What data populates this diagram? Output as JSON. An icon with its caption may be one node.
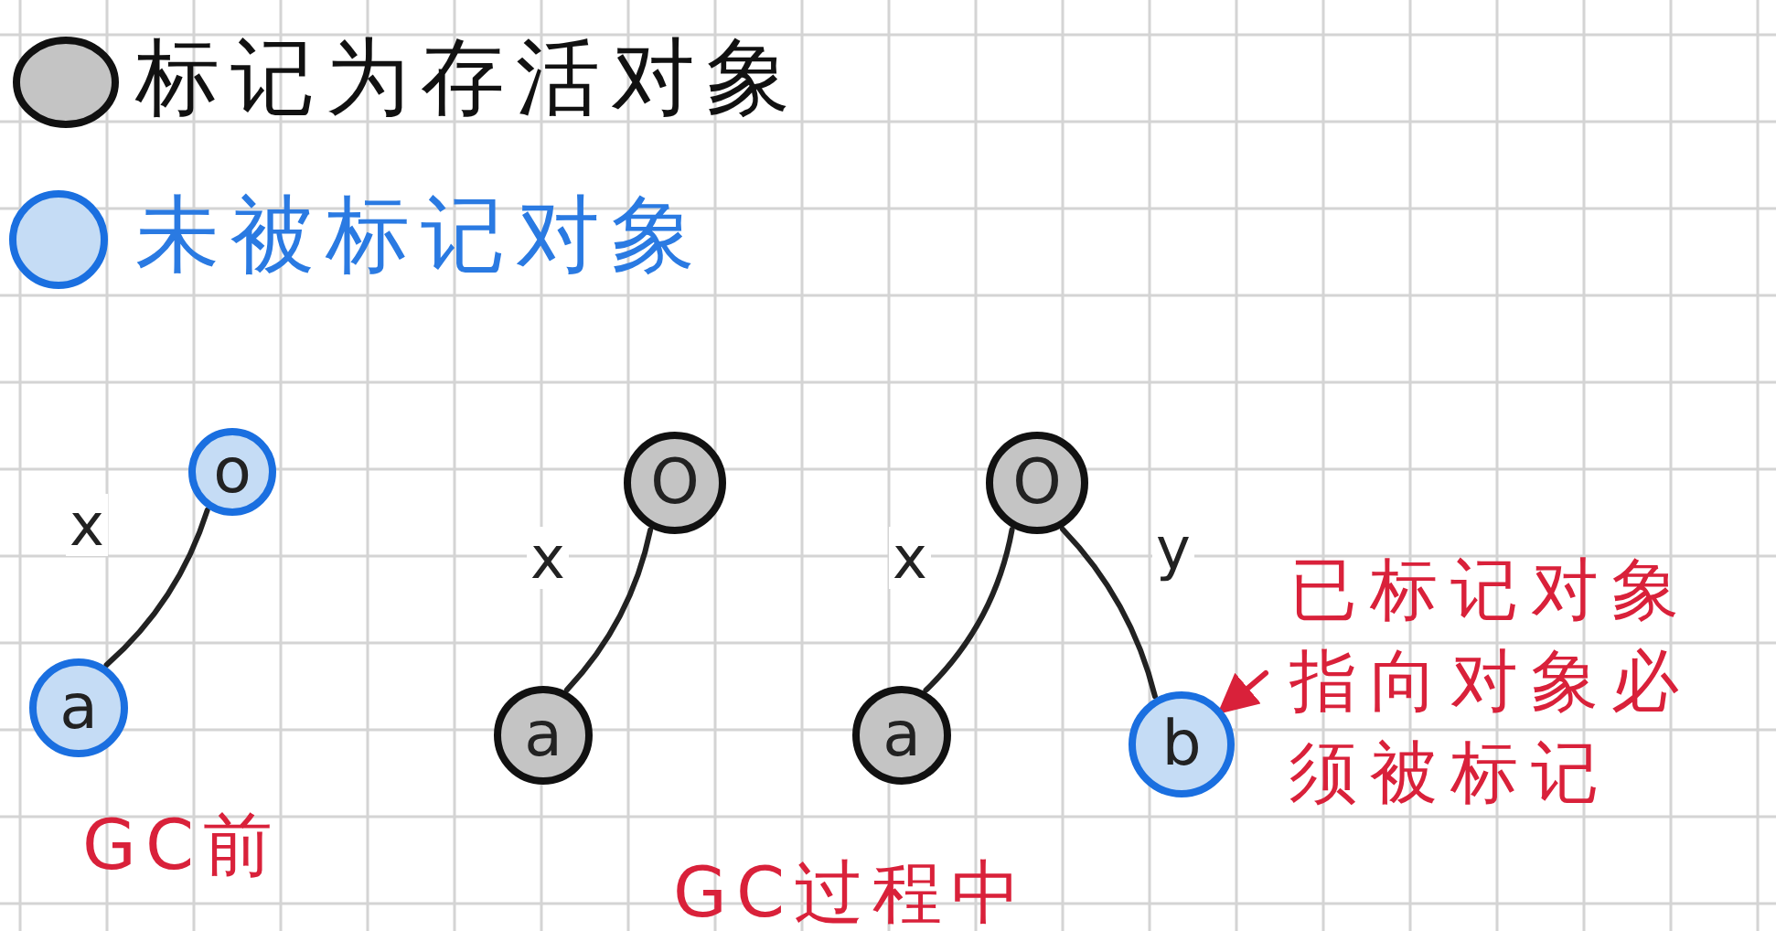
{
  "diagram": {
    "nodes": [
      {
        "text": [
          "o"
        ]
      },
      {
        "text": [
          "a"
        ]
      },
      {
        "text": [
          "O"
        ]
      },
      {
        "text": [
          "a"
        ]
      },
      {
        "text": [
          "O"
        ]
      },
      {
        "text": [
          "a"
        ]
      },
      {
        "text": [
          "b"
        ]
      },
      {
        "text": [
          "已标记对象指向对象必须被标记"
        ]
      }
    ],
    "edges": [
      {
        "from": 0,
        "to": 1,
        "arrow": "none",
        "label": "x"
      },
      {
        "from": 2,
        "to": 3,
        "arrow": "none",
        "label": "x"
      },
      {
        "from": 4,
        "to": 5,
        "arrow": "none",
        "label": "x"
      },
      {
        "from": 4,
        "to": 6,
        "arrow": "none",
        "label": "y"
      },
      {
        "from": 7,
        "to": 6,
        "arrow": "to",
        "color": "#d9213a"
      }
    ],
    "labels": [
      "GC前",
      "GC过程中"
    ],
    "legend": [
      {
        "text": "标记为存活对象",
        "color": "#c4c4c4"
      },
      {
        "text": "未被标记对象",
        "color": "#c5dcf5"
      }
    ]
  }
}
